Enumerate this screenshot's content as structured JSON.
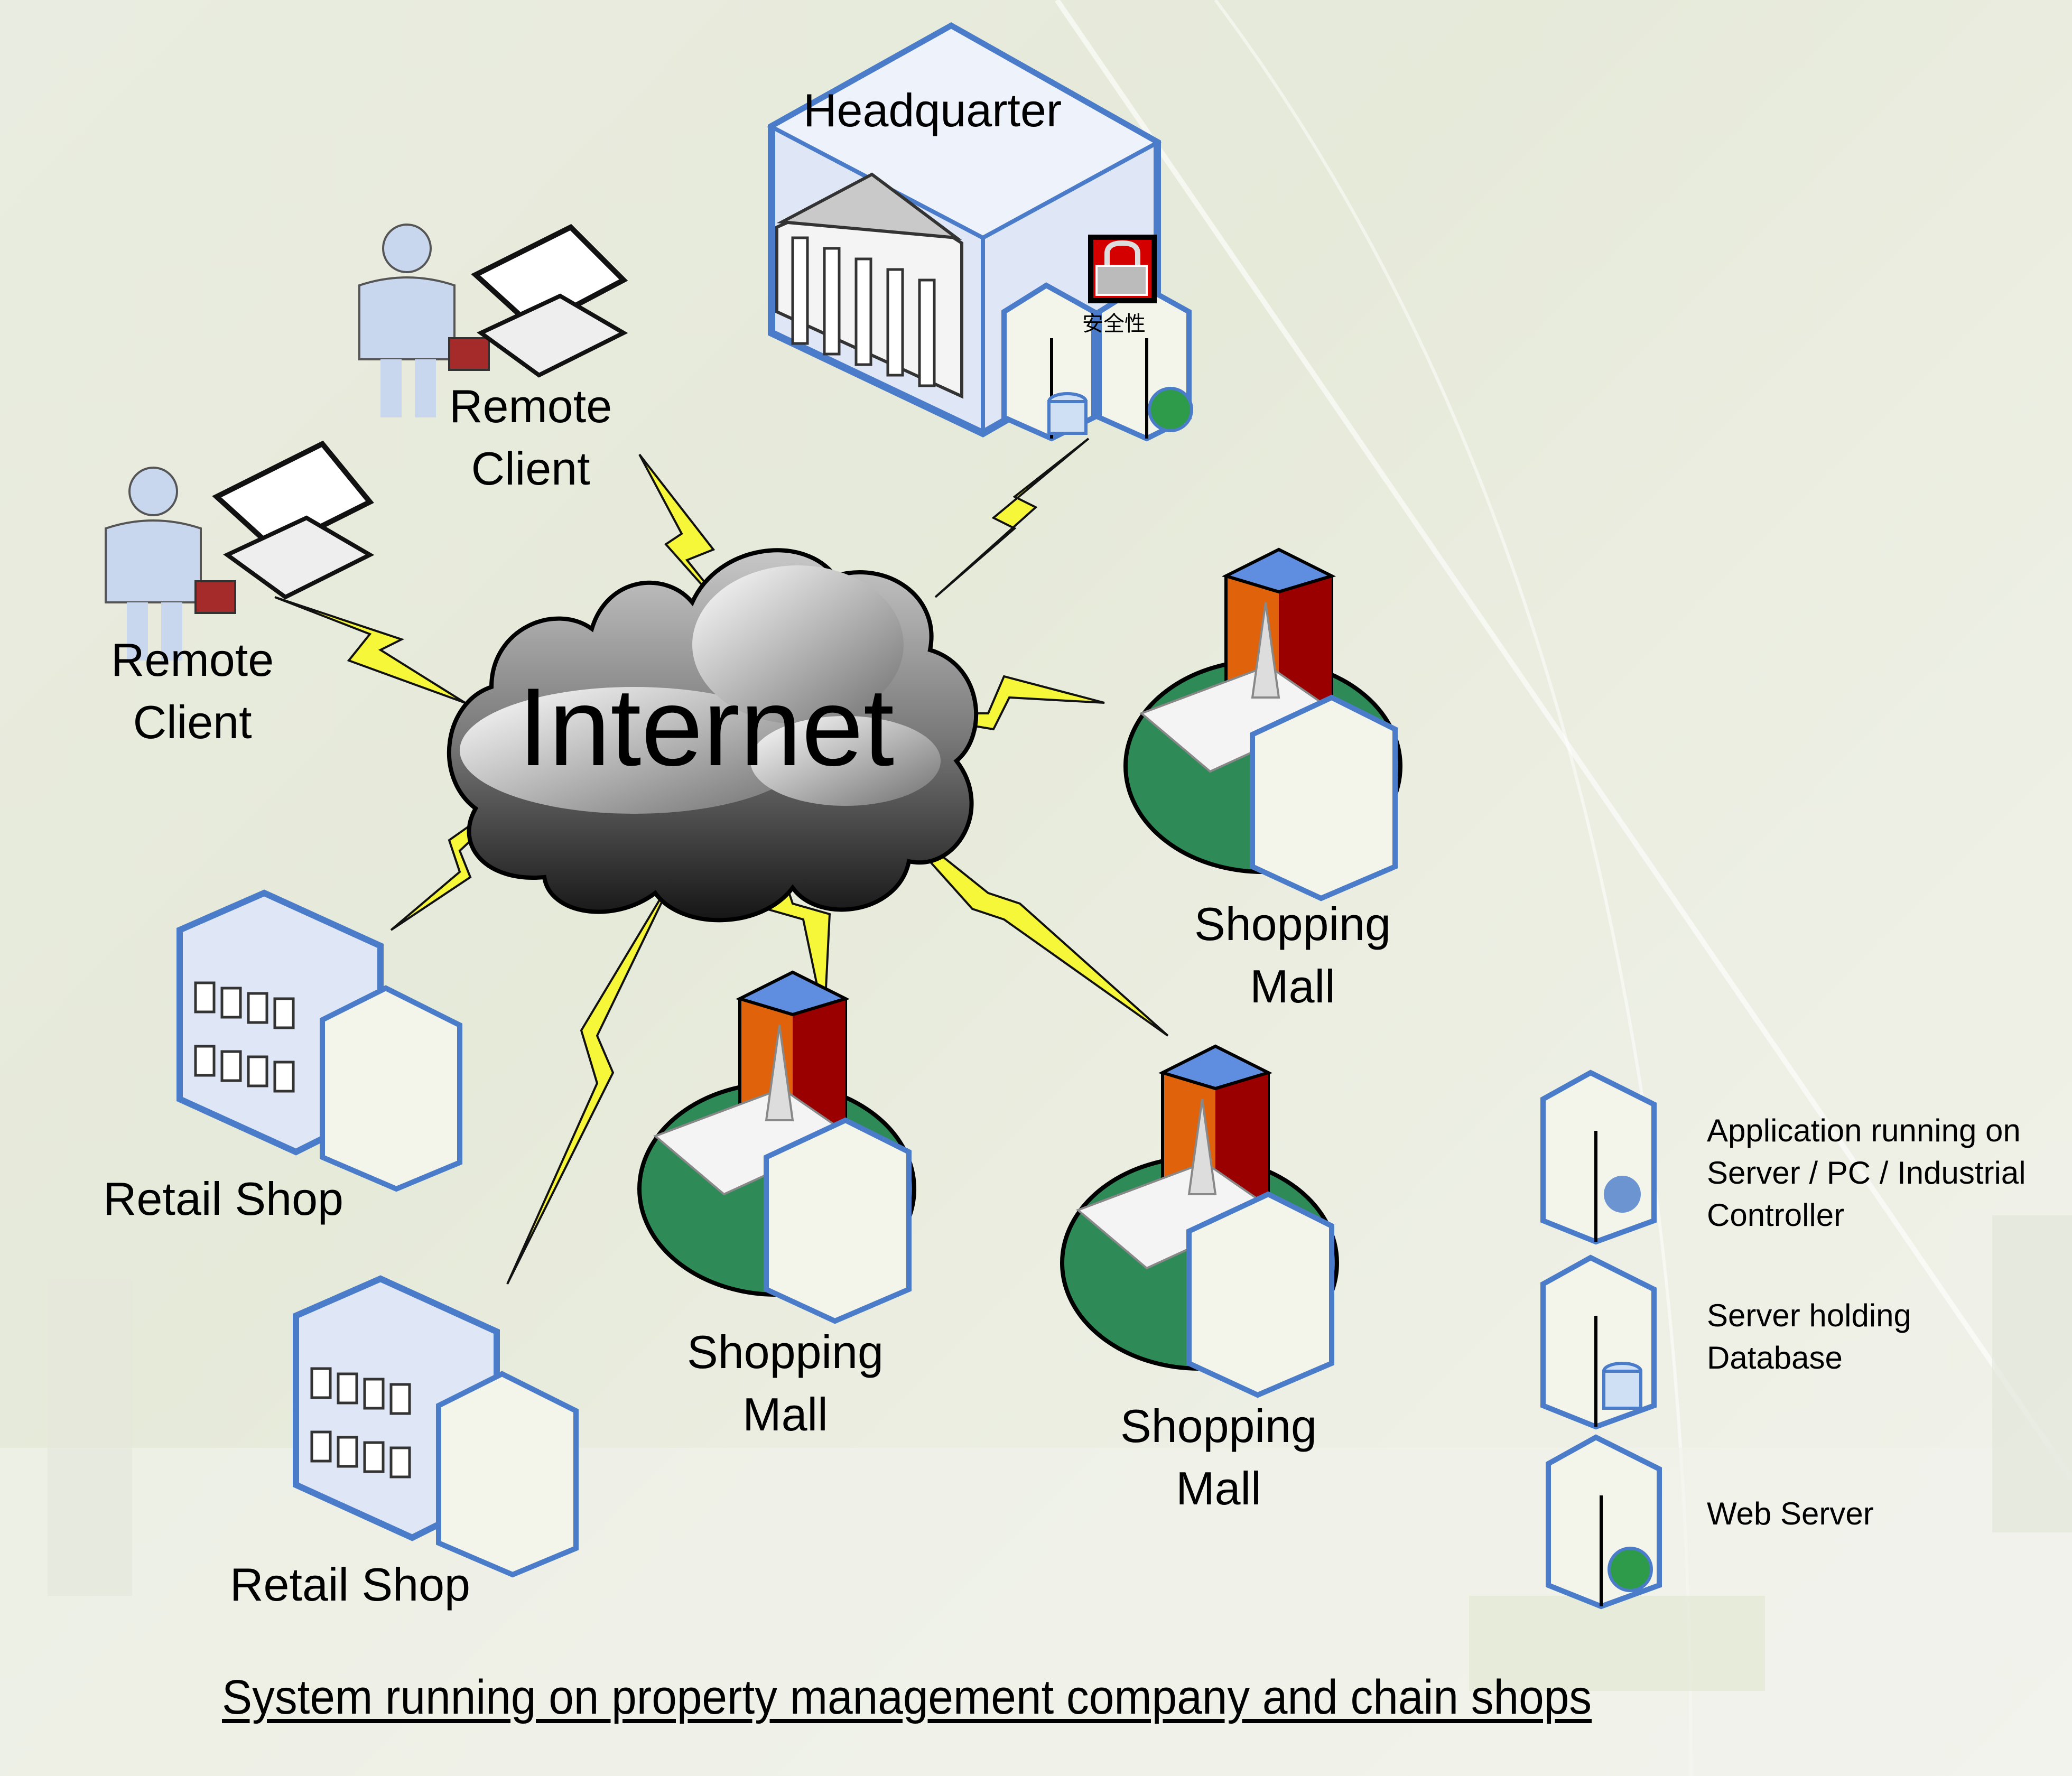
{
  "title": "System running on property management company and chain shops",
  "nodes": {
    "internet": {
      "label": "Internet"
    },
    "headquarter": {
      "label": "Headquarter",
      "security_label": "安全性"
    },
    "remote_client_1": {
      "label_line1": "Remote",
      "label_line2": "Client"
    },
    "remote_client_2": {
      "label_line1": "Remote",
      "label_line2": "Client"
    },
    "shopping_mall_1": {
      "label_line1": "Shopping",
      "label_line2": "Mall"
    },
    "shopping_mall_2": {
      "label_line1": "Shopping",
      "label_line2": "Mall"
    },
    "shopping_mall_3": {
      "label_line1": "Shopping",
      "label_line2": "Mall"
    },
    "retail_shop_1": {
      "label": "Retail Shop"
    },
    "retail_shop_2": {
      "label": "Retail Shop"
    }
  },
  "connections": [
    {
      "from": "internet",
      "to": "headquarter",
      "style": "lightning"
    },
    {
      "from": "internet",
      "to": "remote_client_1",
      "style": "lightning"
    },
    {
      "from": "internet",
      "to": "remote_client_2",
      "style": "lightning"
    },
    {
      "from": "internet",
      "to": "shopping_mall_1",
      "style": "lightning"
    },
    {
      "from": "internet",
      "to": "shopping_mall_2",
      "style": "lightning"
    },
    {
      "from": "internet",
      "to": "shopping_mall_3",
      "style": "lightning"
    },
    {
      "from": "internet",
      "to": "retail_shop_1",
      "style": "lightning"
    },
    {
      "from": "internet",
      "to": "retail_shop_2",
      "style": "lightning"
    }
  ],
  "legend": [
    {
      "icon": "app-server-icon",
      "line1": "Application running on",
      "line2": "Server / PC / Industrial",
      "line3": "Controller"
    },
    {
      "icon": "database-server-icon",
      "line1": "Server holding",
      "line2": "Database"
    },
    {
      "icon": "web-server-icon",
      "line1": "Web Server"
    }
  ],
  "colors": {
    "lightning": "#f7f73a",
    "outline_blue": "#4a7cc9",
    "building_face": "#dfe6f5",
    "mall_green": "#2e8b57",
    "mall_orange": "#e0620a",
    "mall_red": "#9a0000",
    "lock_red": "#d40000"
  }
}
